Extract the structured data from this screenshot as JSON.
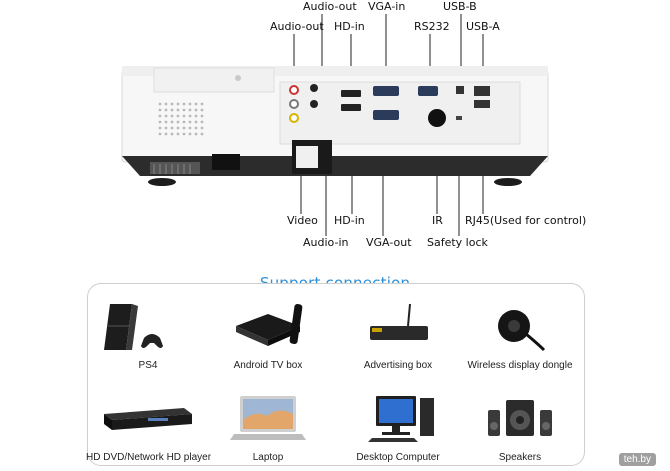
{
  "top_labels": {
    "audio_out_top": "Audio-out",
    "audio_out_left": "Audio-out",
    "hd_in_top": "HD-in",
    "vga_in": "VGA-in",
    "rs232": "RS232",
    "usb_b": "USB-B",
    "usb_a": "USB-A"
  },
  "bottom_labels": {
    "video": "Video",
    "hd_in_bottom": "HD-in",
    "audio_in": "Audio-in",
    "vga_out": "VGA-out",
    "ir": "IR",
    "safety_lock": "Safety lock",
    "rj45": "RJ45(Used for control)"
  },
  "section_title": "Support connection",
  "devices": [
    {
      "label": "PS4",
      "icon": "game-console-icon"
    },
    {
      "label": "Android TV box",
      "icon": "tv-box-icon"
    },
    {
      "label": "Advertising box",
      "icon": "media-box-icon"
    },
    {
      "label": "Wireless display dongle",
      "icon": "dongle-icon"
    },
    {
      "label": "HD DVD/Network HD player",
      "icon": "dvd-player-icon"
    },
    {
      "label": "Laptop",
      "icon": "laptop-icon"
    },
    {
      "label": "Desktop Computer",
      "icon": "desktop-computer-icon"
    },
    {
      "label": "Speakers",
      "icon": "speakers-icon"
    }
  ],
  "watermark": "teh.by",
  "colors": {
    "accent": "#2c8fd6"
  }
}
